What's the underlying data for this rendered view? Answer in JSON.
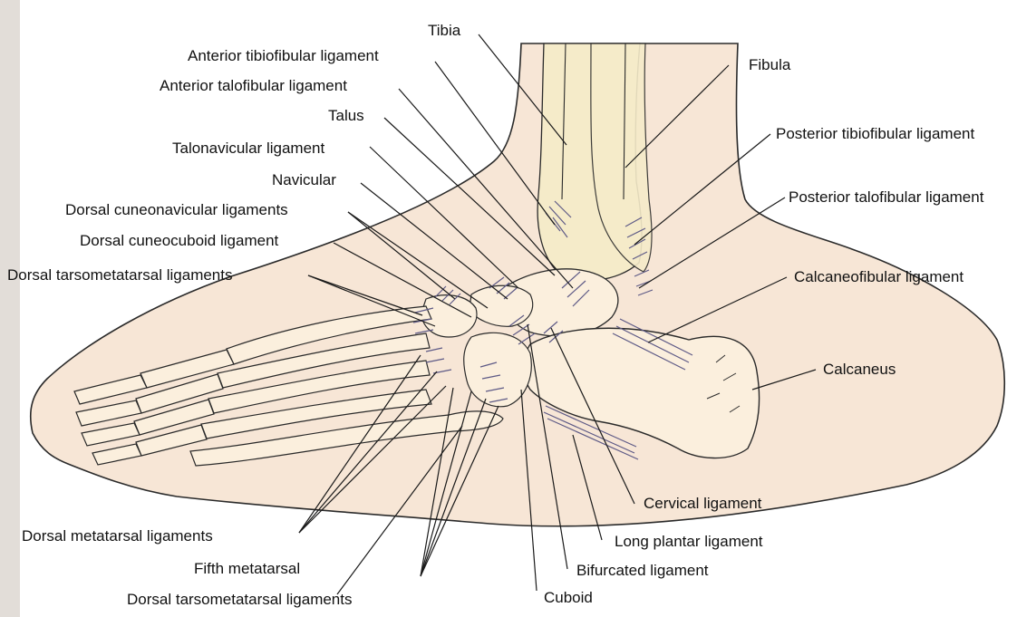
{
  "colors": {
    "skin_fill": "#f7e6d6",
    "bone_fill": "#fbefdd",
    "bone_highlight": "#f5ebc9",
    "ligament_stroke": "#5e5a86",
    "outline": "#2a2a2a",
    "leader": "#1a1a1a",
    "page_edge": "#bfb3a8"
  },
  "labels": {
    "tibia": "Tibia",
    "anterior_tibiofibular_ligament": "Anterior tibiofibular ligament",
    "anterior_talofibular_ligament": "Anterior talofibular ligament",
    "talus": "Talus",
    "talonavicular_ligament": "Talonavicular ligament",
    "navicular": "Navicular",
    "dorsal_cuneonavicular_ligaments": "Dorsal cuneonavicular ligaments",
    "dorsal_cuneocuboid_ligament": "Dorsal cuneocuboid ligament",
    "dorsal_tarsometatarsal_ligaments_upper": "Dorsal tarsometatarsal ligaments",
    "fibula": "Fibula",
    "posterior_tibiofibular_ligament": "Posterior tibiofibular ligament",
    "posterior_talofibular_ligament": "Posterior talofibular ligament",
    "calcaneofibular_ligament": "Calcaneofibular ligament",
    "calcaneus": "Calcaneus",
    "cervical_ligament": "Cervical ligament",
    "long_plantar_ligament": "Long plantar ligament",
    "bifurcated_ligament": "Bifurcated ligament",
    "cuboid": "Cuboid",
    "dorsal_metatarsal_ligaments": "Dorsal metatarsal ligaments",
    "fifth_metatarsal": "Fifth metatarsal",
    "dorsal_tarsometatarsal_ligaments_lower": "Dorsal tarsometatarsal ligaments"
  }
}
